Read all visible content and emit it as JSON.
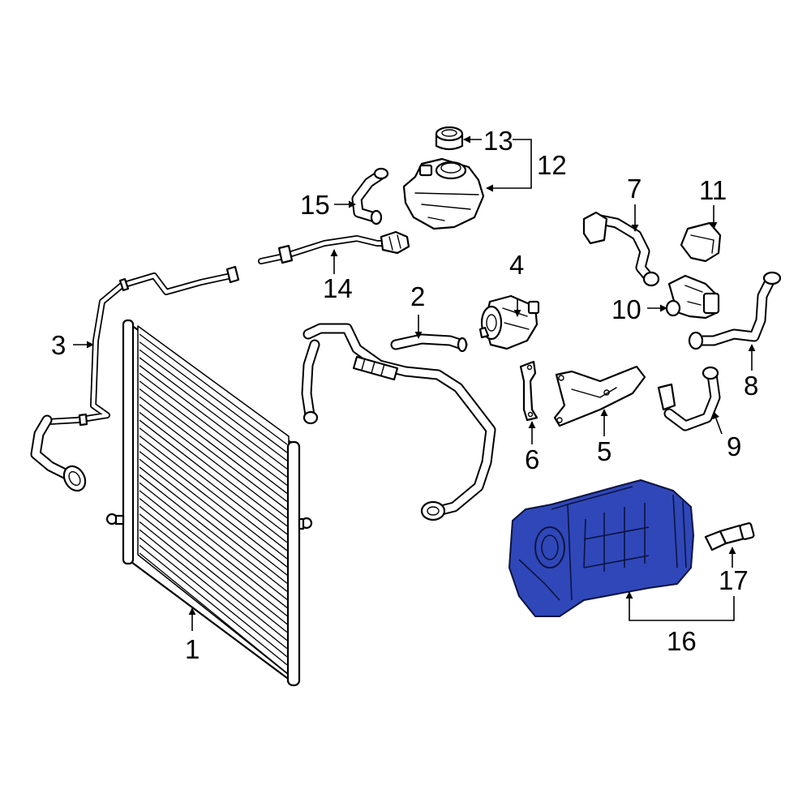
{
  "callouts": {
    "c1": "1",
    "c2": "2",
    "c3": "3",
    "c4": "4",
    "c5": "5",
    "c6": "6",
    "c7": "7",
    "c8": "8",
    "c9": "9",
    "c10": "10",
    "c11": "11",
    "c12": "12",
    "c13": "13",
    "c14": "14",
    "c15": "15",
    "c16": "16",
    "c17": "17"
  },
  "colors": {
    "highlight": "#2f47b8",
    "line": "#000000",
    "background": "#ffffff"
  },
  "highlighted_part": "16"
}
